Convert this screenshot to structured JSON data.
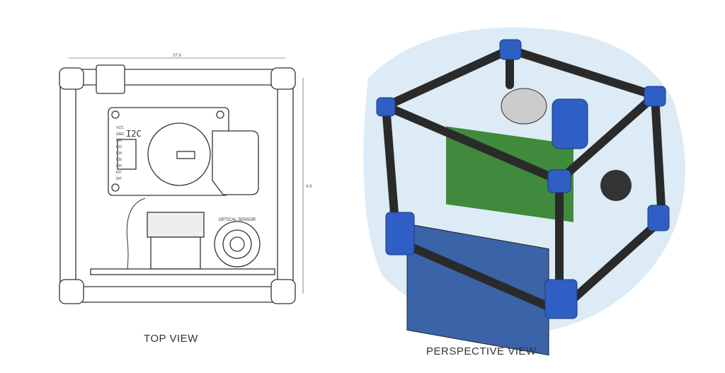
{
  "top_view": {
    "caption": "TOP VIEW",
    "dimension_width": "37.6",
    "dimension_height": "4.8",
    "board_label": "I2C",
    "pins": [
      "VCC",
      "GND",
      "IO0",
      "IO2",
      "IO4",
      "IO5",
      "IO6",
      "IO7",
      "INT"
    ],
    "sensor_label": "OPTICAL SENSOR"
  },
  "perspective_view": {
    "caption": "PERSPECTIVE VIEW"
  },
  "colors": {
    "frame_blue": "#2f5fc4",
    "rod": "#2a2a2a",
    "pcb_green": "#3f8a3c",
    "module_blue": "#3a63a8",
    "wash": "#d3e6f2"
  }
}
